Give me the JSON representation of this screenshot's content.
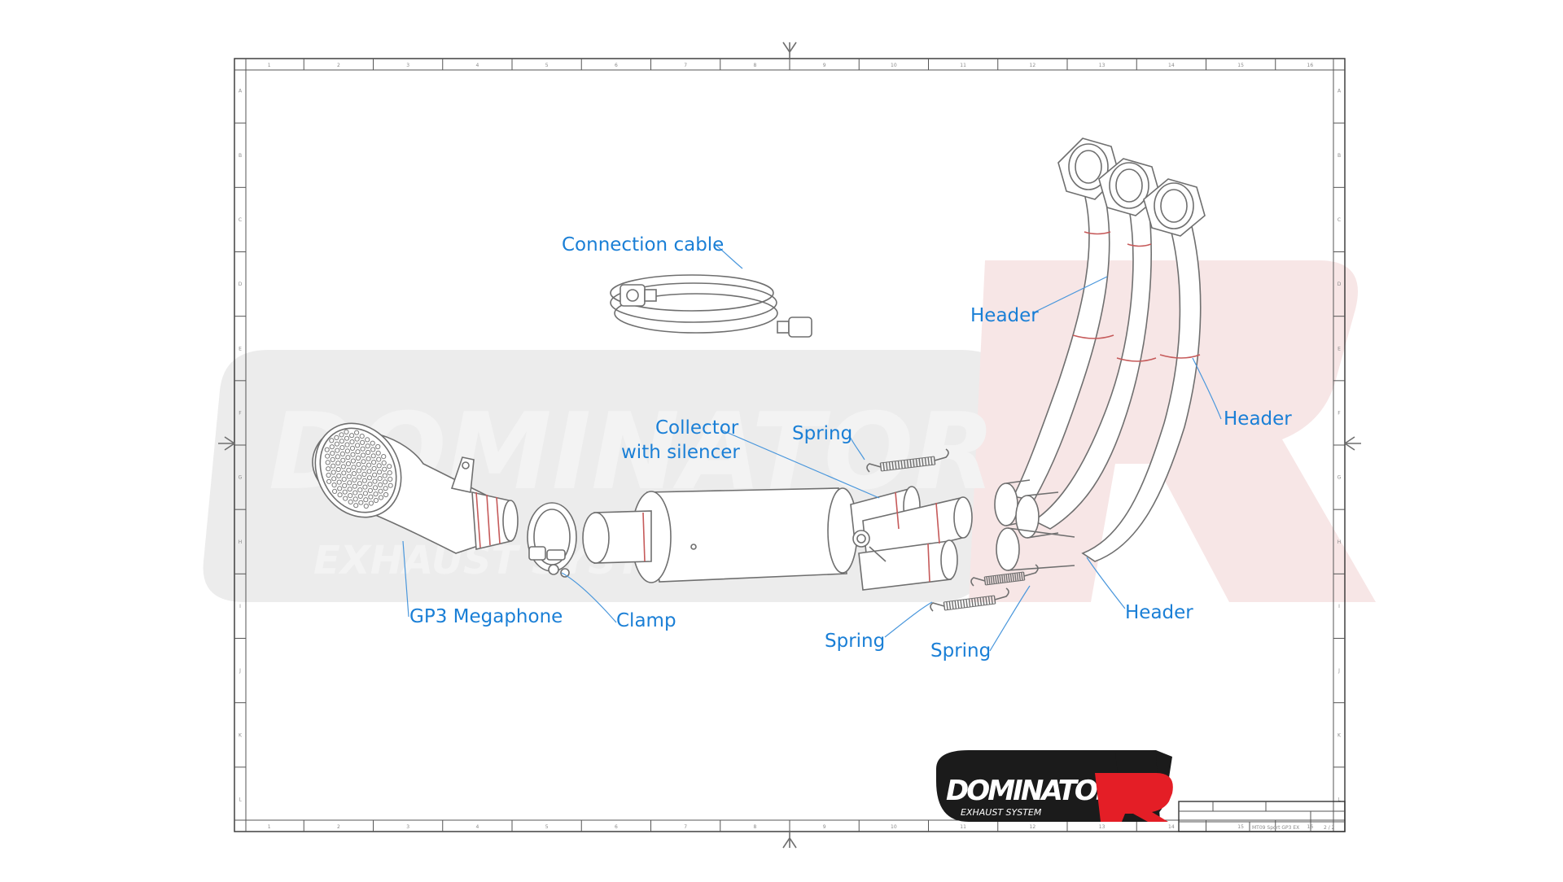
{
  "labels": {
    "connection_cable": "Connection cable",
    "header_top": "Header",
    "header_right": "Header",
    "header_bottom": "Header",
    "collector_line1": "Collector",
    "collector_line2": "with silencer",
    "spring_top": "Spring",
    "spring_left": "Spring",
    "spring_right": "Spring",
    "gp3_megaphone": "GP3 Megaphone",
    "clamp": "Clamp"
  },
  "logo": {
    "brand": "DOMINATOR",
    "tagline": "EXHAUST SYSTEM"
  },
  "frame": {
    "col_numbers": [
      "1",
      "2",
      "3",
      "4",
      "5",
      "6",
      "7",
      "8",
      "9",
      "10",
      "11",
      "12",
      "13",
      "14",
      "15",
      "16"
    ],
    "row_letters": [
      "A",
      "B",
      "C",
      "D",
      "E",
      "F",
      "G",
      "H",
      "I",
      "J",
      "K",
      "L"
    ]
  },
  "title_block": {
    "drawing_name": "MT09 Sport GP3 EX",
    "sheet": "2 / 2"
  },
  "colors": {
    "callout": "#1a7fd6",
    "leader": "#4a97dc",
    "outline": "#6f6f6f",
    "weld": "#c65a5a",
    "brand_red": "#e41e26",
    "logo_black": "#1b1b1b"
  },
  "icons": [
    "center-arrow-icon",
    "spring-icon",
    "connector-plug-icon"
  ]
}
